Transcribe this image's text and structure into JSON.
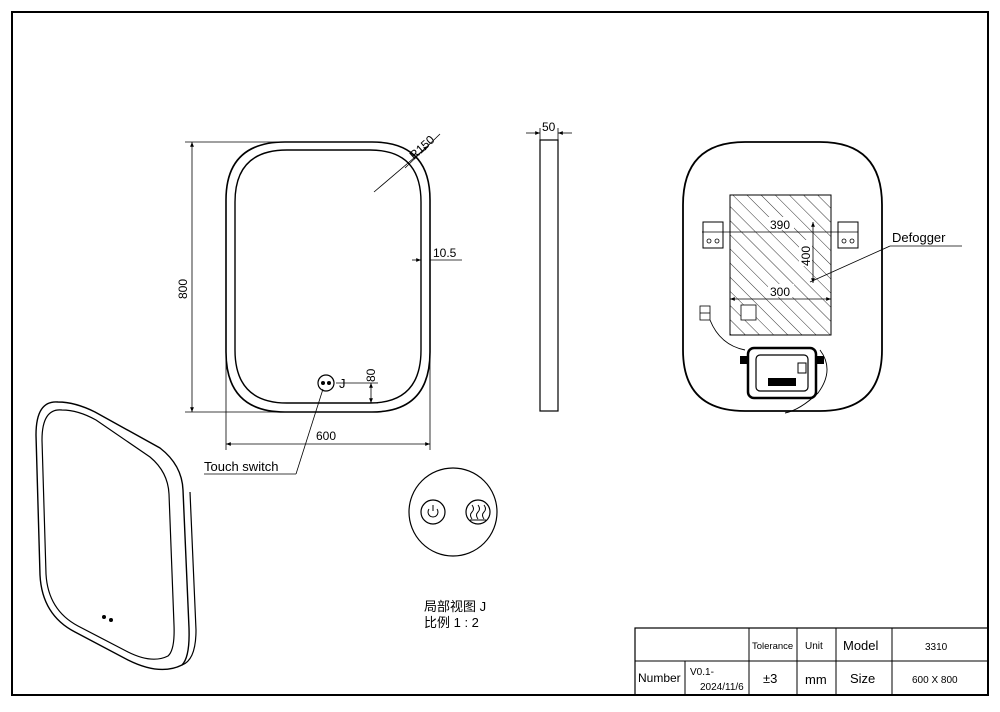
{
  "front_view": {
    "height_dim": "800",
    "width_dim": "600",
    "radius_dim": "R150",
    "frame_dim": "10.5",
    "switch_offset_dim": "80",
    "detail_marker": "J",
    "touch_switch_label": "Touch switch"
  },
  "side_view": {
    "depth_dim": "50"
  },
  "back_view": {
    "defogger_label": "Defogger",
    "pad_width_top": "390",
    "pad_width_bottom": "300",
    "pad_height": "400"
  },
  "detail_view": {
    "title": "局部视图 J",
    "scale": "比例 1 : 2"
  },
  "title_block": {
    "tolerance_label": "Tolerance",
    "unit_label": "Unit",
    "model_label": "Model",
    "model_value": "3310",
    "number_label": "Number",
    "version_line1": "V0.1-",
    "version_line2": "2024/11/6",
    "tolerance_value": "±3",
    "unit_value": "mm",
    "size_label": "Size",
    "size_value": "600 X 800"
  }
}
